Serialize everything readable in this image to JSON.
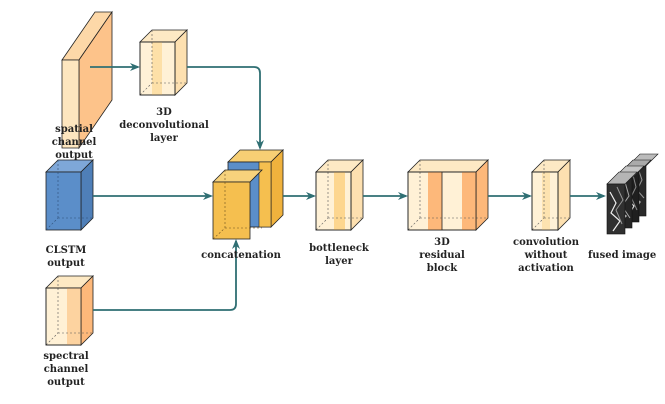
{
  "diagram": {
    "labels": {
      "spatial": [
        "spatial",
        "channel",
        "output"
      ],
      "deconv": [
        "3D",
        "deconvolutional",
        "layer"
      ],
      "clstm": [
        "CLSTM",
        "output"
      ],
      "spectral": [
        "spectral",
        "channel",
        "output"
      ],
      "concatenation": [
        "concatenation"
      ],
      "bottleneck": [
        "bottleneck",
        "layer"
      ],
      "residual": [
        "3D",
        "residual",
        "block"
      ],
      "convolution": [
        "convolution",
        "without",
        "activation"
      ],
      "fused": [
        "fused image"
      ]
    },
    "colors": {
      "arrow": "#2f6f73",
      "orange": "#fdb87a",
      "light_orange": "#fde6bf",
      "pale": "#fff1d6",
      "blue": "#5b8ec9",
      "gold": "#f5bf4f",
      "outline": "#222222"
    }
  }
}
